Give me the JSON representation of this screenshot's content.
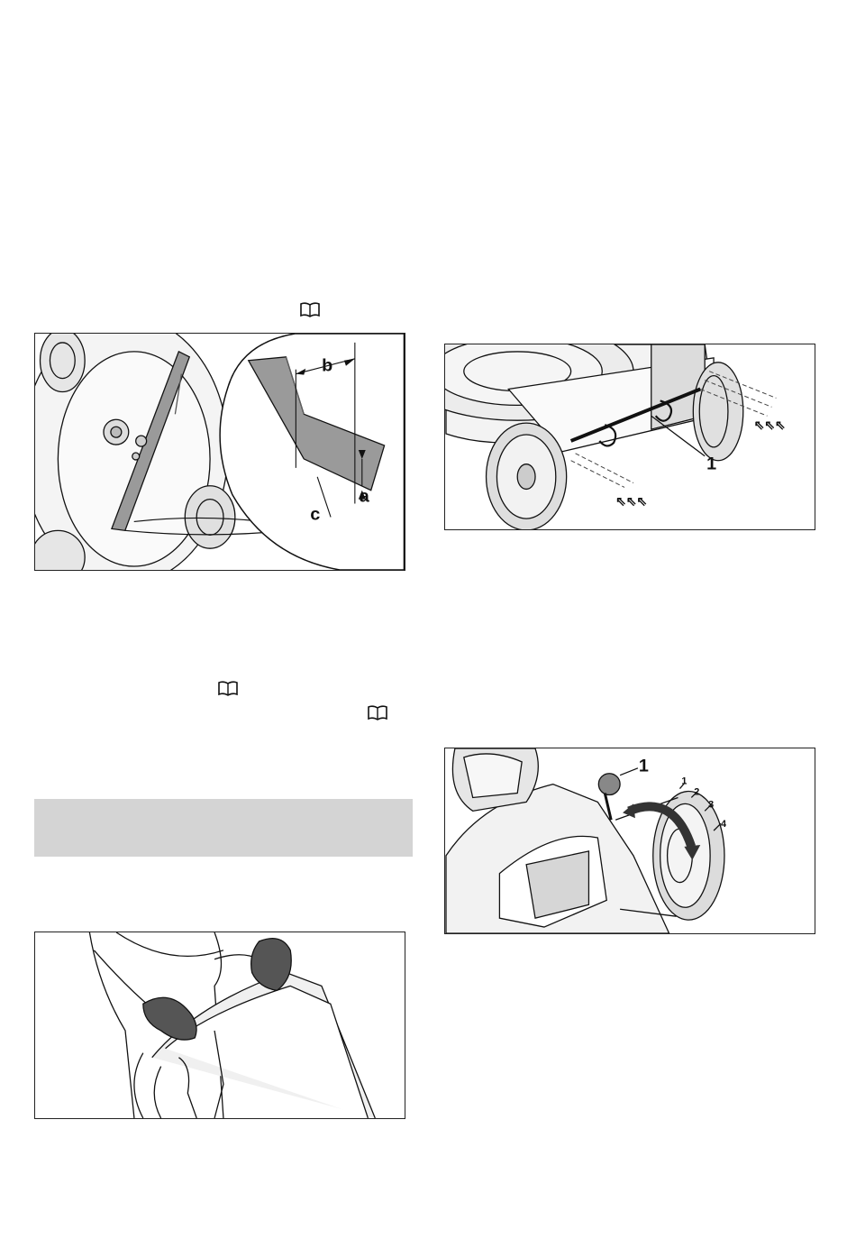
{
  "figure_blade": {
    "labels": {
      "a": "a",
      "b": "b",
      "c": "c"
    }
  },
  "figure_axle": {
    "labels": {
      "item_1": "1"
    }
  },
  "figure_height": {
    "labels": {
      "item_1": "1",
      "pos_1": "1",
      "pos_2": "2",
      "pos_3": "3",
      "pos_4": "4"
    }
  },
  "icons": [
    "book-icon",
    "book-icon",
    "book-icon"
  ]
}
